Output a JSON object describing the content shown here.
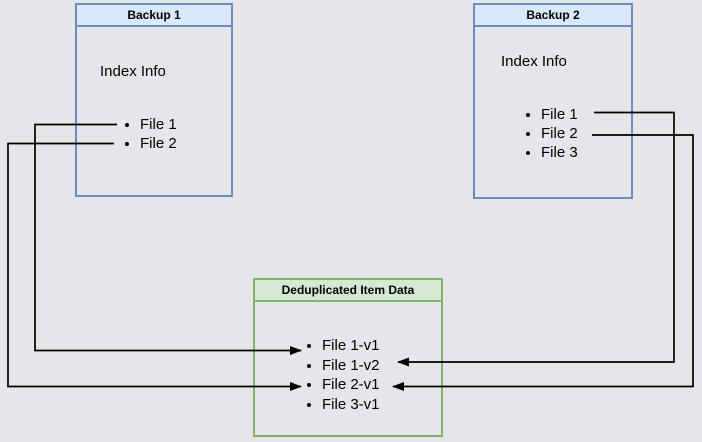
{
  "diagram": {
    "boxes": {
      "backup1": {
        "title": "Backup 1",
        "subtitle": "Index Info",
        "items": [
          "File 1",
          "File 2"
        ]
      },
      "backup2": {
        "title": "Backup 2",
        "subtitle": "Index Info",
        "items": [
          "File 1",
          "File 2",
          "File 3"
        ]
      },
      "dedup": {
        "title": "Deduplicated Item Data",
        "items": [
          "File 1-v1",
          "File 1-v2",
          "File 2-v1",
          "File 3-v1"
        ]
      }
    },
    "edges": [
      {
        "from_box": "Backup 1",
        "from_item": "File 1",
        "to_box": "Deduplicated Item Data",
        "to_item": "File 1-v1",
        "route": "left-down"
      },
      {
        "from_box": "Backup 1",
        "from_item": "File 2",
        "to_box": "Deduplicated Item Data",
        "to_item": "File 2-v1",
        "route": "left-down"
      },
      {
        "from_box": "Backup 2",
        "from_item": "File 1",
        "to_box": "Deduplicated Item Data",
        "to_item": "File 1-v2",
        "route": "right-down"
      },
      {
        "from_box": "Backup 2",
        "from_item": "File 2",
        "to_box": "Deduplicated Item Data",
        "to_item": "File 2-v1",
        "route": "right-down"
      }
    ],
    "colors": {
      "canvas_background": "#e5e5ea",
      "blue_header_fill": "#dae8fc",
      "blue_border": "#6c8ebf",
      "green_header_fill": "#d5e8d4",
      "green_border": "#82b366",
      "connector": "#000000",
      "text": "#000000"
    }
  }
}
